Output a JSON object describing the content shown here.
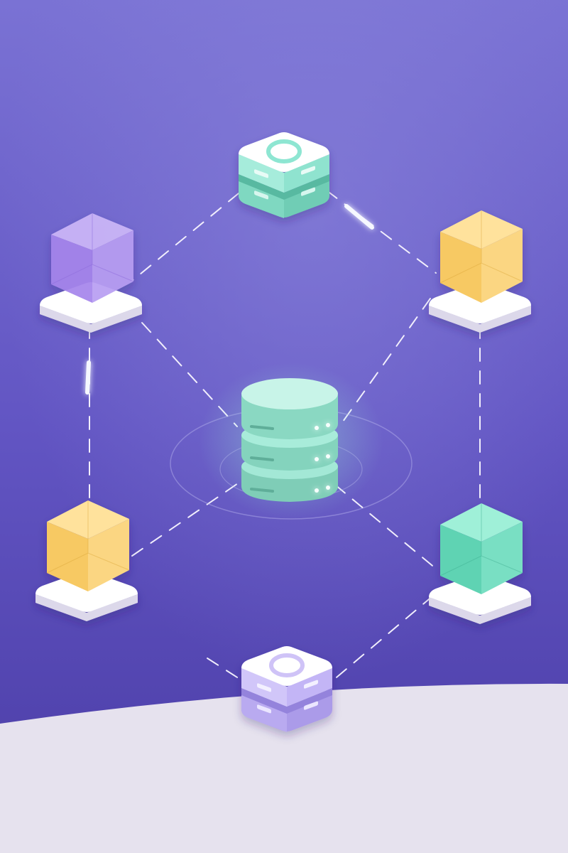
{
  "colors": {
    "background_top": "#7c74d6",
    "background_mid": "#6256c4",
    "background_bottom": "#4d3fa8",
    "ground": "#e6e2ee",
    "ground_shade": "#d9d4e6",
    "connector": "#f1eefc",
    "glow": "#f3f7ff",
    "cube_purple": "#a98ef0",
    "cube_yellow": "#f9d27a",
    "cube_teal": "#6fe0c2",
    "server_teal": "#9cefdc",
    "server_purple": "#c6b8f7",
    "database": "#8fdcc6",
    "platform": "#ffffff"
  },
  "diagram": {
    "center_node": {
      "kind": "database",
      "icon": "database-icon",
      "led_color": "#f7fffd"
    },
    "nodes": [
      {
        "id": "top-server",
        "kind": "server",
        "icon": "server-node-icon",
        "color": "server_teal"
      },
      {
        "id": "upper-left-cube",
        "kind": "cube",
        "icon": "cube-icon",
        "color": "cube_purple"
      },
      {
        "id": "upper-right-cube",
        "kind": "cube",
        "icon": "cube-icon",
        "color": "cube_yellow"
      },
      {
        "id": "lower-left-cube",
        "kind": "cube",
        "icon": "cube-icon",
        "color": "cube_yellow"
      },
      {
        "id": "lower-right-cube",
        "kind": "cube",
        "icon": "cube-icon",
        "color": "cube_teal"
      },
      {
        "id": "bottom-server",
        "kind": "server",
        "icon": "server-node-icon",
        "color": "server_purple"
      }
    ],
    "links": [
      [
        "top-server",
        "upper-left-cube"
      ],
      [
        "top-server",
        "upper-right-cube"
      ],
      [
        "upper-left-cube",
        "lower-left-cube"
      ],
      [
        "upper-right-cube",
        "lower-right-cube"
      ],
      [
        "lower-left-cube",
        "bottom-server"
      ],
      [
        "lower-right-cube",
        "bottom-server"
      ],
      [
        "upper-left-cube",
        "database"
      ],
      [
        "upper-right-cube",
        "database"
      ],
      [
        "lower-left-cube",
        "database"
      ],
      [
        "lower-right-cube",
        "database"
      ]
    ]
  }
}
